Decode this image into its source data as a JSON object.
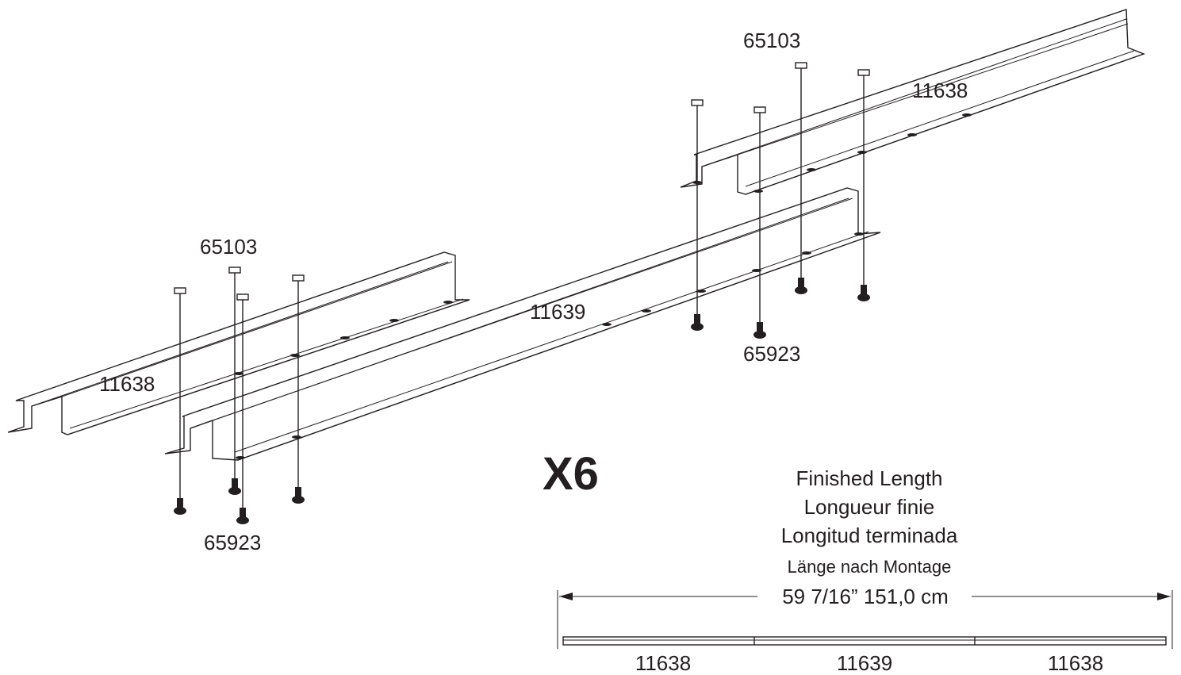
{
  "parts": {
    "rail_short": "11638",
    "rail_long": "11639",
    "bolt": "65103",
    "nut": "65923"
  },
  "quantity": "X6",
  "finished_length": {
    "en": "Finished Length",
    "fr": "Longueur finie",
    "es": "Longitud terminada",
    "de": "Länge nach Montage"
  },
  "dimension": "59 7/16”   151,0 cm",
  "assembly_bar": [
    "11638",
    "11639",
    "11638"
  ],
  "colors": {
    "ink": "#231f20",
    "background": "#ffffff"
  }
}
